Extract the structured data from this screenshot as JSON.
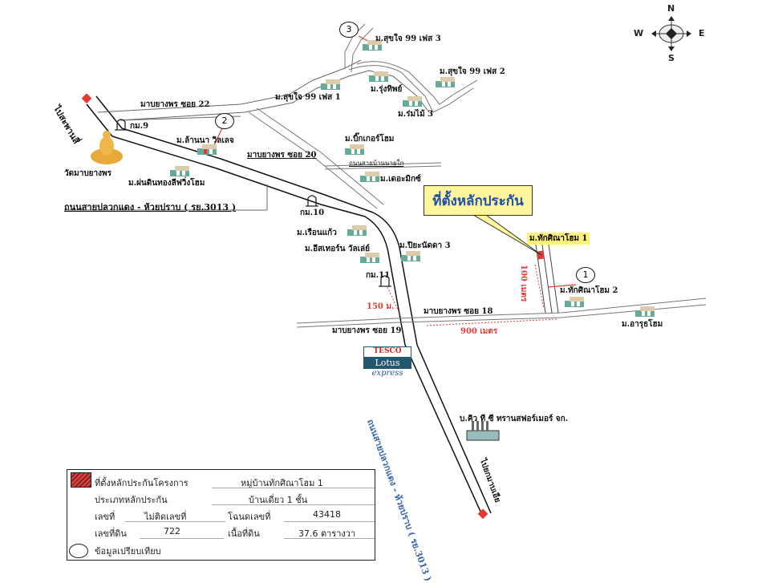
{
  "compass": {
    "n": "N",
    "s": "S",
    "e": "E",
    "w": "W"
  },
  "callout": {
    "text": "ที่ตั้งหลักประกัน"
  },
  "subject_tag": "ม.ทักศิณาโฮม 1",
  "markers": [
    {
      "num": "1",
      "label": "ม.ทักศิณาโฮม 2"
    },
    {
      "num": "2",
      "label": "ม.ล้านนา วิลเลจ"
    },
    {
      "num": "3",
      "label": "ม.สุขใจ 99 เฟส 3"
    }
  ],
  "villages": [
    "ม.สุขใจ 99 เฟส 1",
    "ม.รุ่งทิพย์",
    "ม.สุขใจ 99 เฟส 2",
    "ม.ร่มไม้ 3",
    "ม.บิ๊กเกอร์โฮม",
    "ม.เดอะมิกซ์",
    "ม.เรือนแก้ว",
    "ม.อีสเทอร์น วัลเล่ย์",
    "ม.ปิยะนัดดา 3",
    "ม.ผ่นดินทองลีฟวิ่งโฮม",
    "ม.อารุธโฮม"
  ],
  "roads": {
    "soi22": "มาบยางพร ซอย 22",
    "soi20": "มาบยางพร ซอย 20",
    "soi18": "มาบยางพร ซอย 18",
    "soi19": "มาบยางพร ซอย 19",
    "nayai": "ถนนสายบ้านนายใ่ก",
    "main": "ถนนสายปลวกแดง - ห้วยปราบ ( รย.3013 )",
    "main_vertical": "ถนนสายปลวกแดง - ห้วยปราบ ( รย.3013 )",
    "to_sapanseng": "ไปสะพานสี่",
    "to_yaimabu": "ไปยกมาบเอีย"
  },
  "landmarks": {
    "temple": "วัดมาบยางพร",
    "km9": "กม.9",
    "km10": "กม.10",
    "km11": "กม.11",
    "factory": "บ.คิว ที ซี ทรานสฟอร์เมอร์ จก.",
    "tesco_top": "TESCO",
    "tesco_mid": "Lotus",
    "tesco_bottom": "express"
  },
  "distances": {
    "d150": "150 ม.",
    "d900": "900 เมตร",
    "d100": "100 เมตร"
  },
  "legend": {
    "project_label": "ที่ตั้งหลักประกันโครงการ",
    "project_value": "หมู่บ้านทักศิณาโฮม 1",
    "type_label": "ประเภทหลักประกัน",
    "type_value": "บ้านเดี่ยว 1 ชั้น",
    "no_label": "เลขที่",
    "no_value": "ไม่ติดเลขที่",
    "deed_label": "โฉนดเลขที่",
    "deed_value": "43418",
    "land_no_label": "เลขที่ดิน",
    "land_no_value": "722",
    "area_label": "เนื้อที่ดิน",
    "area_value": "37.6 ตารางวา",
    "compare_label": "ข้อมูลเปรียบเทียบ"
  },
  "colors": {
    "accent_red": "#e53935",
    "callout_yellow": "#fff59d",
    "callout_text": "#1e4fa3",
    "road_blue": "#3a66b0"
  }
}
